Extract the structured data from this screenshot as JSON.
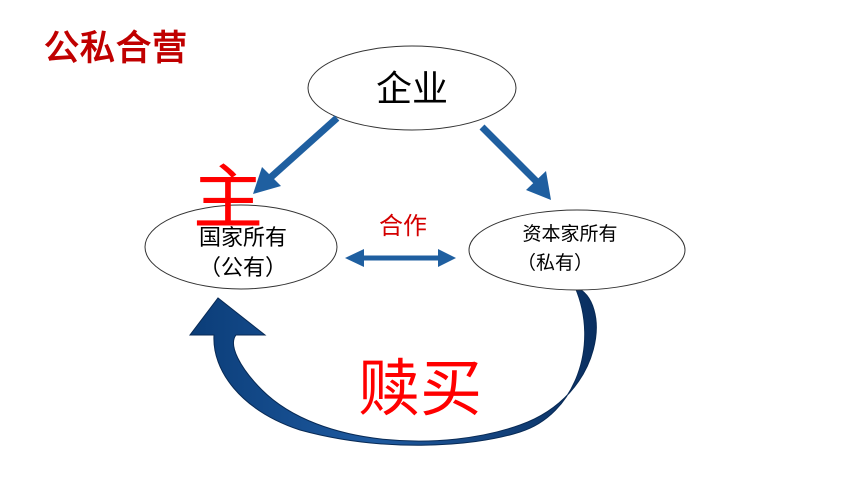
{
  "title": "公私合营",
  "nodes": {
    "enterprise": "企业",
    "state_line1": "国家所有",
    "state_line2": "（公有）",
    "capitalist_line1": "资本家所有",
    "capitalist_line2": "（私有）"
  },
  "labels": {
    "main": "主",
    "cooperation": "合作",
    "redemption": "赎买"
  },
  "colors": {
    "title": "#c00000",
    "arrow": "#1f5fa0",
    "curved_arrow": "#0d3f7a",
    "accent_red": "#ff0000"
  }
}
